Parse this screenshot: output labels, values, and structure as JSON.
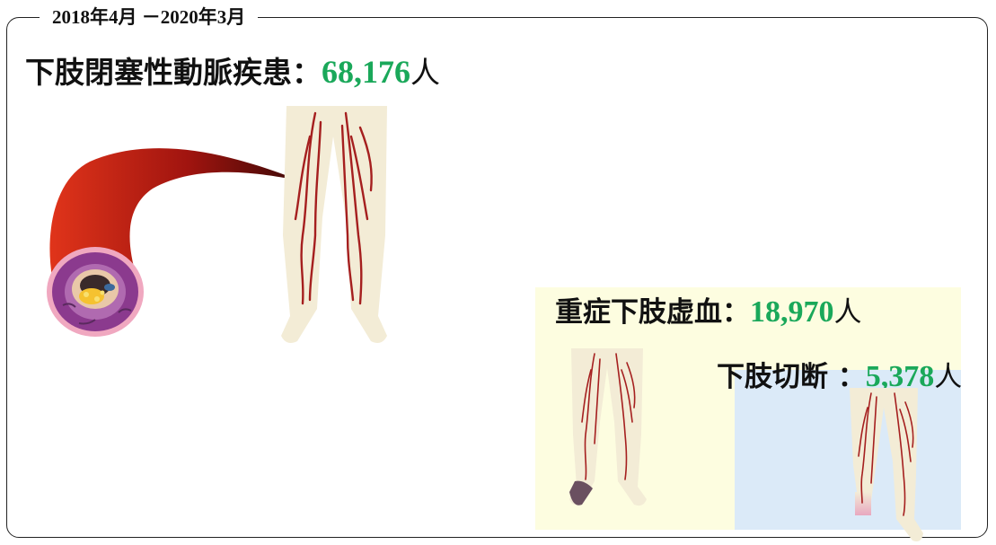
{
  "period": "2018年4月 －2020年3月",
  "stats": {
    "pad": {
      "label": "下肢閉塞性動脈疾患：",
      "value": "68,176",
      "unit": "人"
    },
    "clti": {
      "label": "重症下肢虚血：",
      "value": "18,970",
      "unit": "人"
    },
    "amputation": {
      "label": "下肢切断 ：",
      "value": "5,378",
      "unit": "人"
    }
  },
  "colors": {
    "number": "#1aa85a",
    "leg": "#f3ecd6",
    "artery": "#a51f1f",
    "panel_clti": "#fdfde0",
    "panel_amputation": "#dbeaf8"
  }
}
